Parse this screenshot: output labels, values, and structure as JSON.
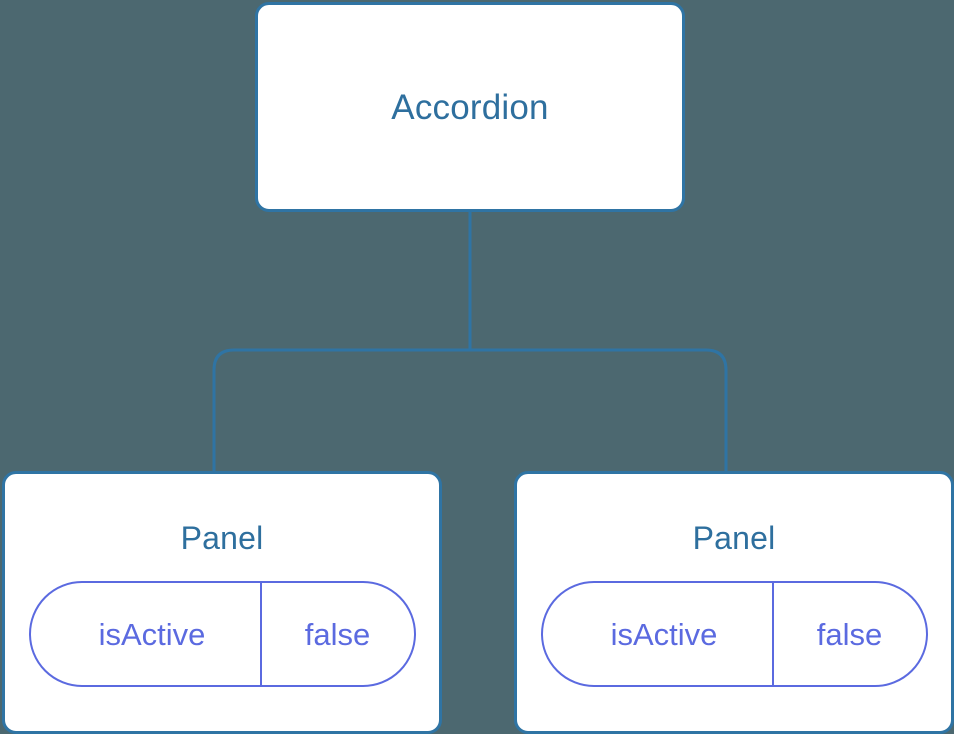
{
  "diagram": {
    "type": "component-tree",
    "background_color": "#4c6870",
    "node_border_color": "#2f74a4",
    "node_title_color": "#2e6f9e",
    "node_fill_color": "#ffffff",
    "edge_color": "#2f74a4",
    "state_accent_color": "#5b6ae0",
    "root": {
      "label": "Accordion"
    },
    "children": [
      {
        "label": "Panel",
        "state": {
          "key": "isActive",
          "value": "false"
        }
      },
      {
        "label": "Panel",
        "state": {
          "key": "isActive",
          "value": "false"
        }
      }
    ]
  }
}
